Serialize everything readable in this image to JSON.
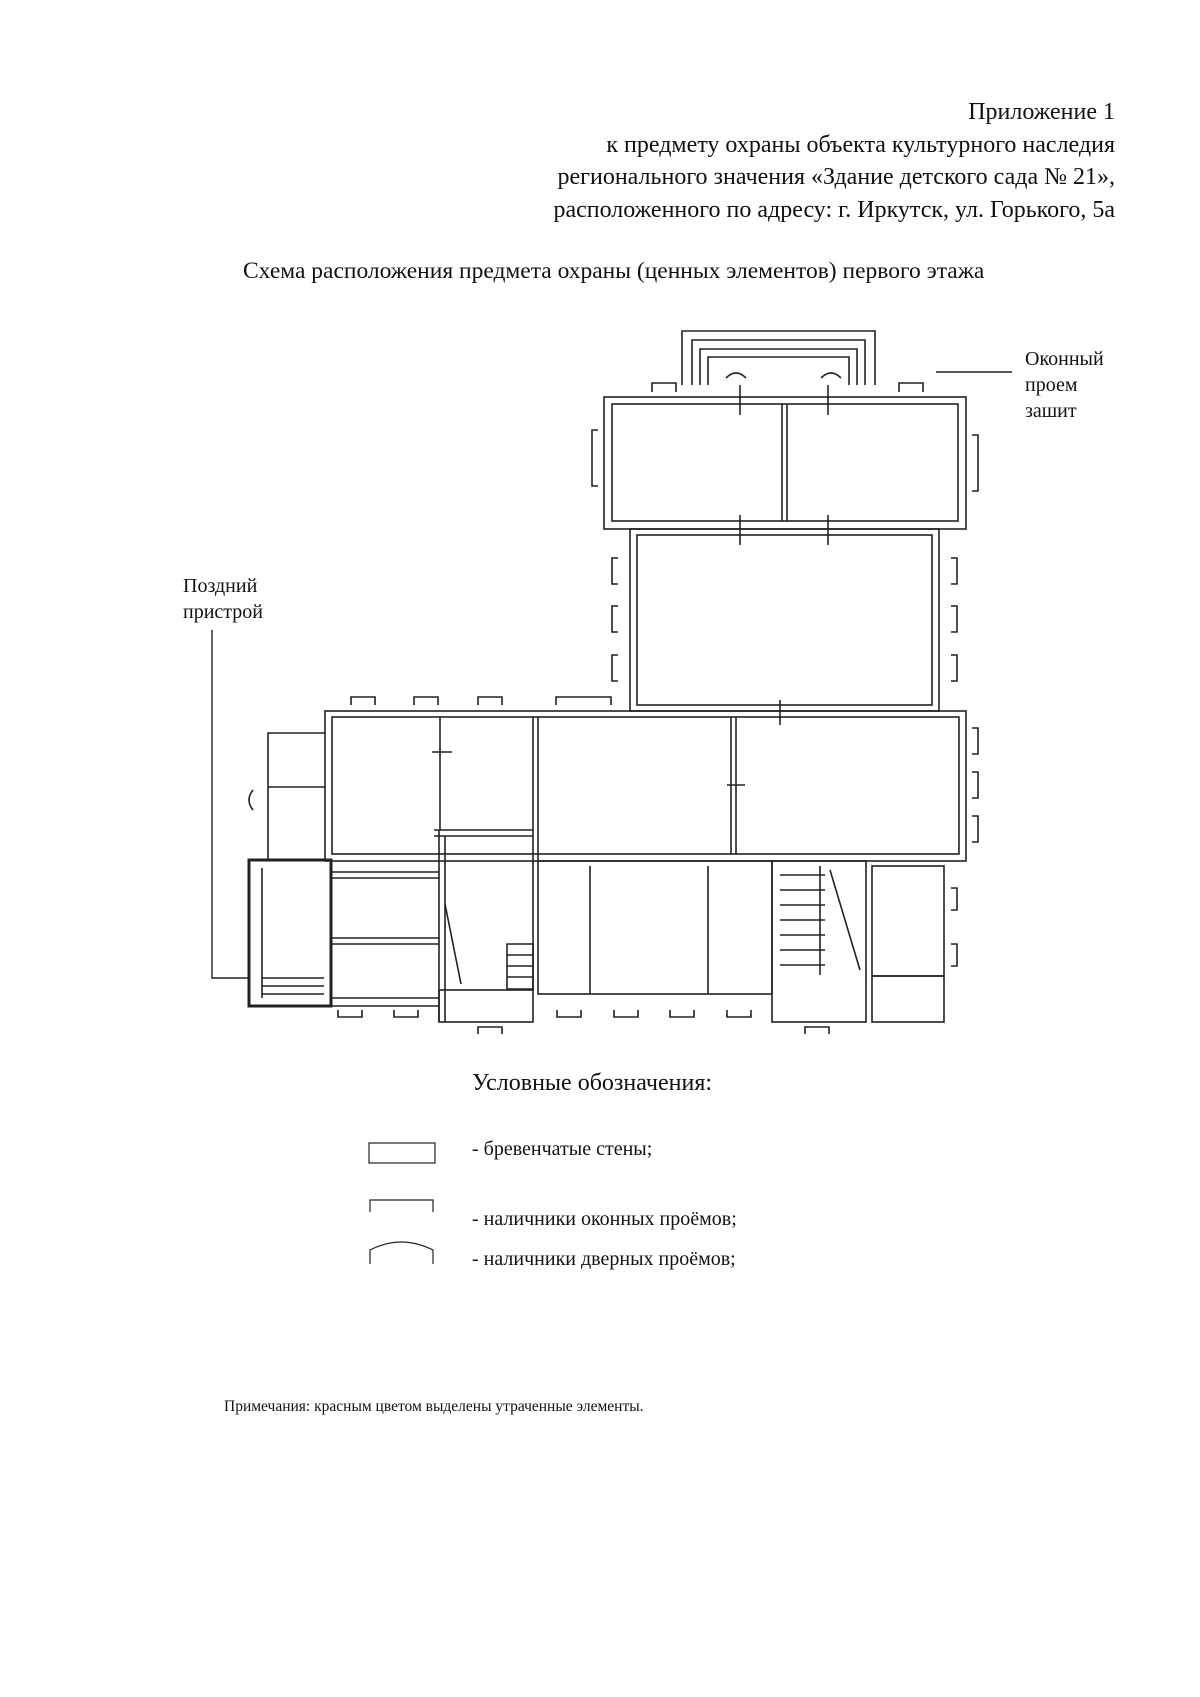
{
  "header": {
    "lines": [
      "Приложение 1",
      "к предмету охраны объекта культурного наследия",
      "регионального значения «Здание детского сада № 21»,",
      "расположенного по адресу: г. Иркутск, ул. Горького, 5а"
    ]
  },
  "title": "Схема расположения предмета охраны (ценных элементов) первого этажа",
  "plan": {
    "annotations": {
      "window_sewn": [
        "Оконный",
        "проем",
        "зашит"
      ],
      "late_addition": [
        "Поздний",
        "пристрой"
      ]
    }
  },
  "legend": {
    "title": "Условные обозначения:",
    "items": [
      {
        "symbol": "log-wall-rect-icon",
        "label": "- бревенчатые стены;"
      },
      {
        "symbol": "window-casing-icon",
        "label": "- наличники оконных проёмов;"
      },
      {
        "symbol": "door-casing-arch-icon",
        "label": "- наличники дверных проёмов;"
      }
    ]
  },
  "note": "Примечания: красным цветом выделены утраченные элементы."
}
